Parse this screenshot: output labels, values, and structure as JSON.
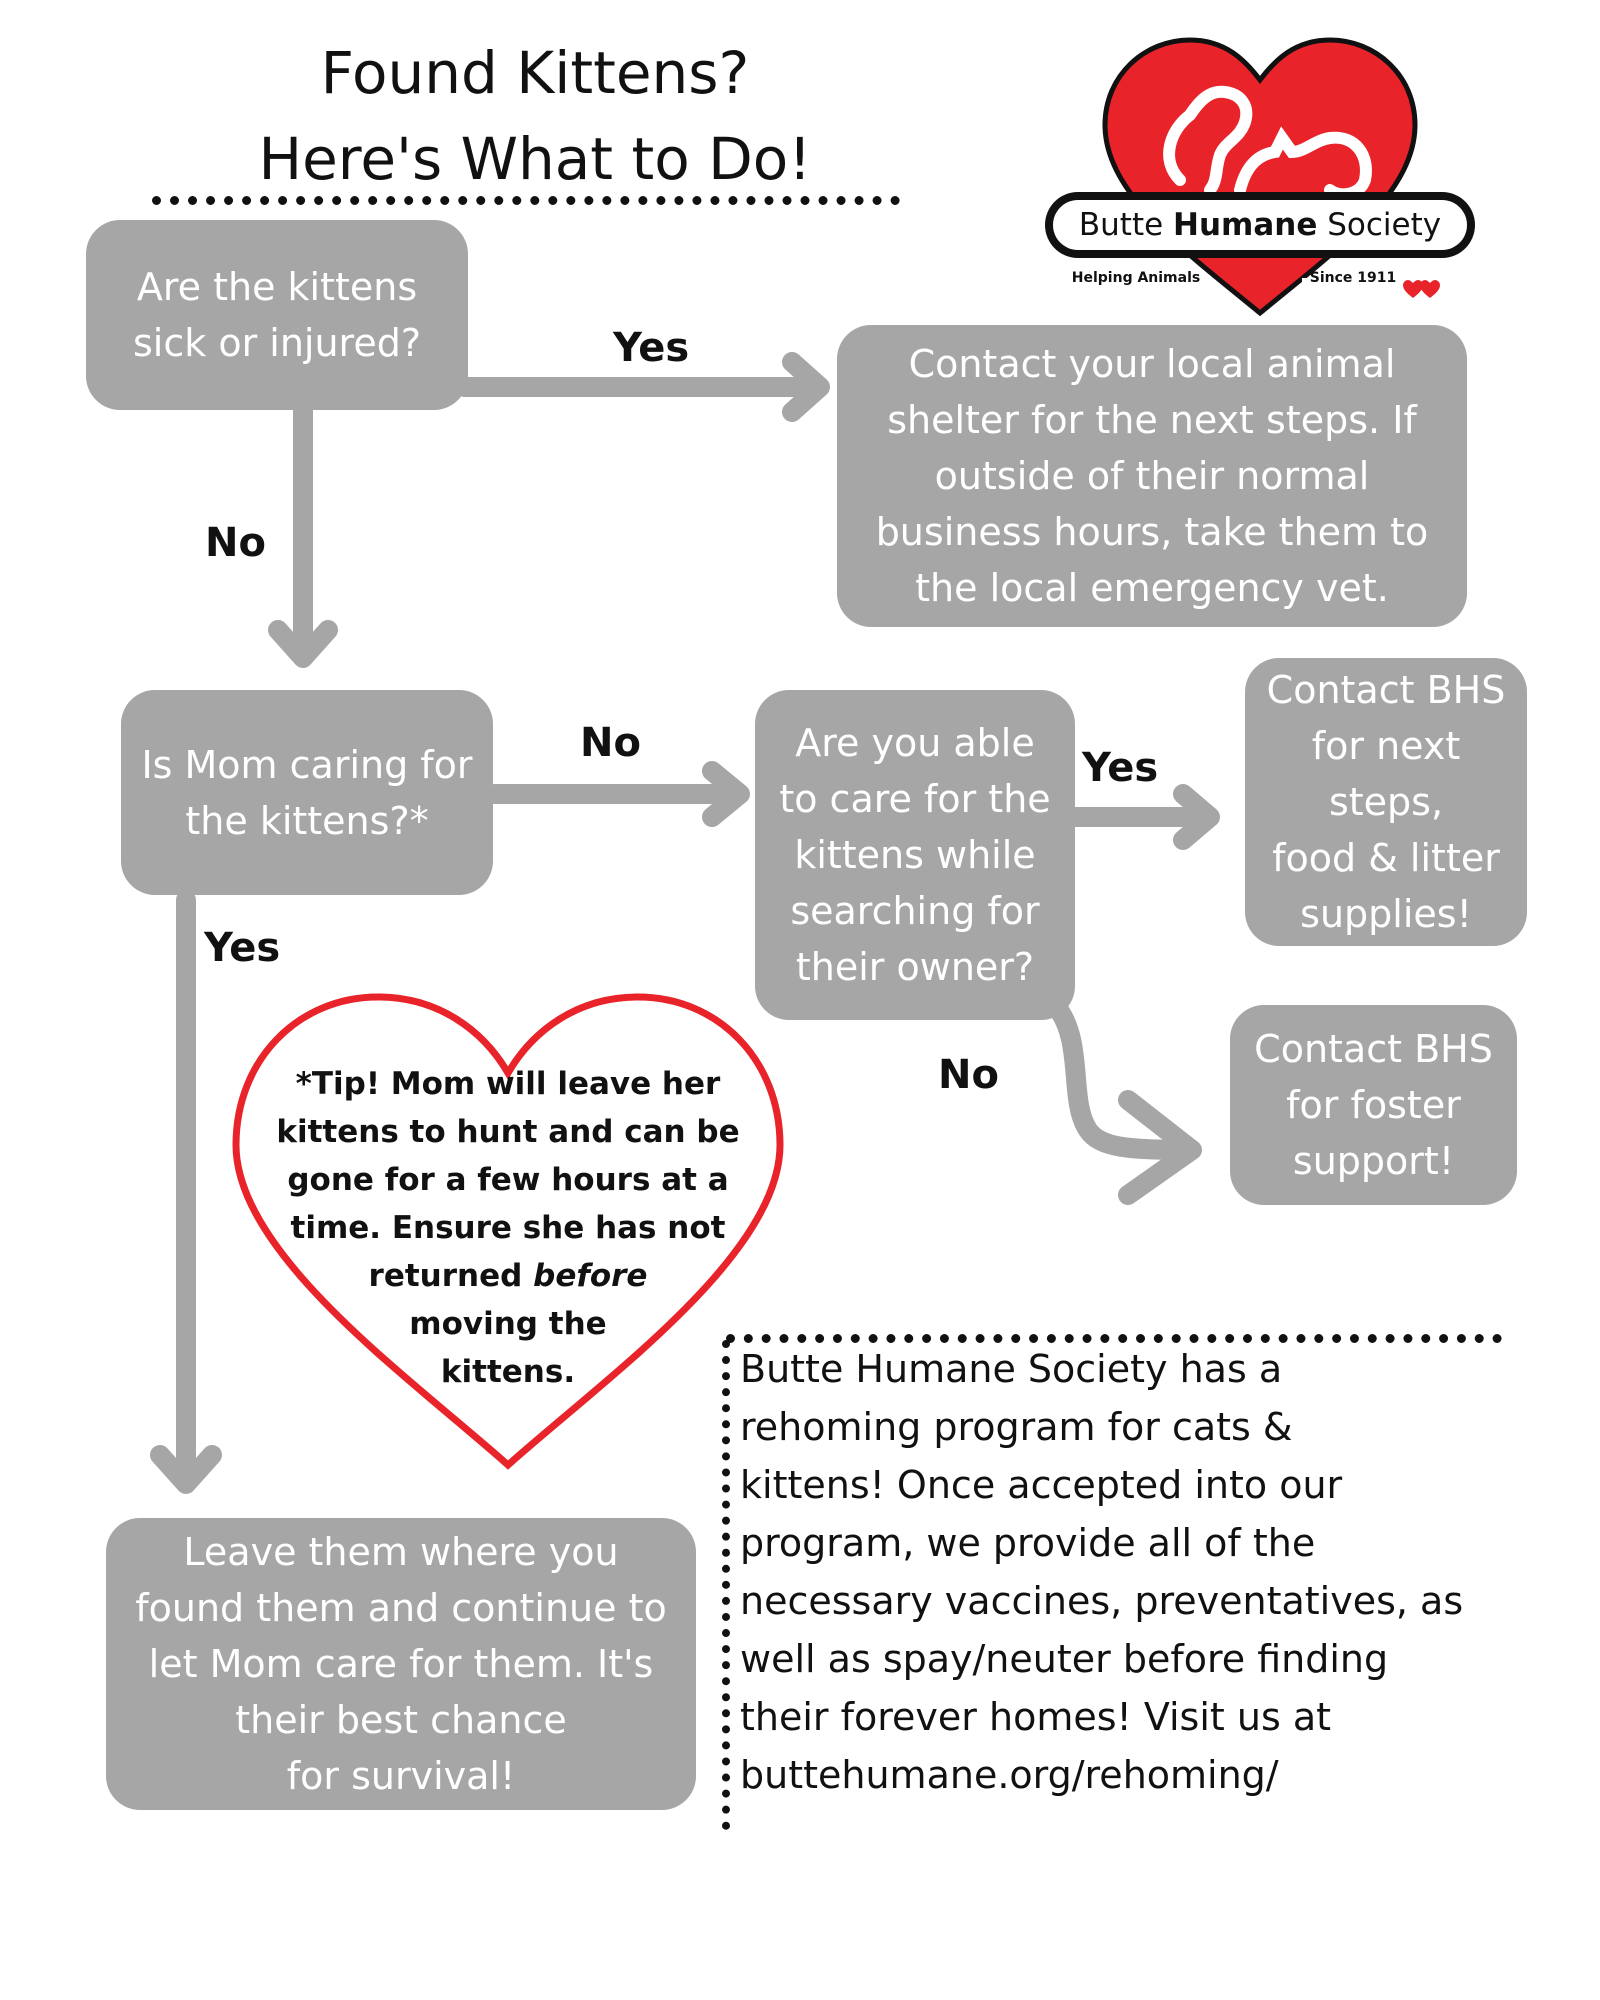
{
  "title": {
    "line1": "Found Kittens?",
    "line2": "Here's What to Do!"
  },
  "logo": {
    "name_part1": "Butte ",
    "name_part2": "Humane",
    "name_part3": " Society",
    "tagline_left": "Helping Animals",
    "tagline_right": "Since 1911",
    "colors": {
      "heart": "#e8232a",
      "outline": "#111111"
    }
  },
  "flow": {
    "q1": {
      "lines": [
        "Are the kittens",
        "sick or injured?"
      ]
    },
    "a1": {
      "lines": [
        "Contact your local animal",
        "shelter for the next steps. If",
        "outside of their normal",
        "business hours, take them to",
        "the local emergency vet."
      ]
    },
    "q2": {
      "lines": [
        "Is Mom caring for",
        "the kittens?*"
      ]
    },
    "q3": {
      "lines": [
        "Are you able",
        "to care for the",
        "kittens while",
        "searching for",
        "their owner?"
      ]
    },
    "a3": {
      "lines": [
        "Contact BHS",
        "for next",
        "steps,",
        "food & litter",
        "supplies!"
      ]
    },
    "a4": {
      "lines": [
        "Contact BHS",
        "for foster",
        "support!"
      ]
    },
    "a2": {
      "lines": [
        "Leave them  where you",
        "found them and continue to",
        "let Mom care for them. It's",
        "their best chance",
        "for survival!"
      ]
    },
    "labels": {
      "q1_yes": "Yes",
      "q1_no": "No",
      "q2_no": "No",
      "q2_yes": "Yes",
      "q3_yes": "Yes",
      "q3_no": "No"
    }
  },
  "tip": {
    "line1": "*Tip! Mom will leave her",
    "line2": "kittens to hunt and can be",
    "line3": "gone for a few hours at a",
    "line4": "time. Ensure she has not",
    "line5_a": "returned ",
    "line5_b": "before",
    "line6": "moving the",
    "line7": "kittens."
  },
  "info": {
    "lines": [
      "Butte Humane Society has a",
      "rehoming program for cats &",
      "kittens! Once accepted into our",
      "program, we provide all of the",
      "necessary vaccines, preventatives, as",
      "well as spay/neuter before finding",
      "their forever homes! Visit us at",
      "buttehumane.org/rehoming/"
    ]
  },
  "colors": {
    "box": "#a6a6a6",
    "arrow": "#a6a6a6",
    "tip_heart": "#e8232a",
    "text": "#111111"
  }
}
